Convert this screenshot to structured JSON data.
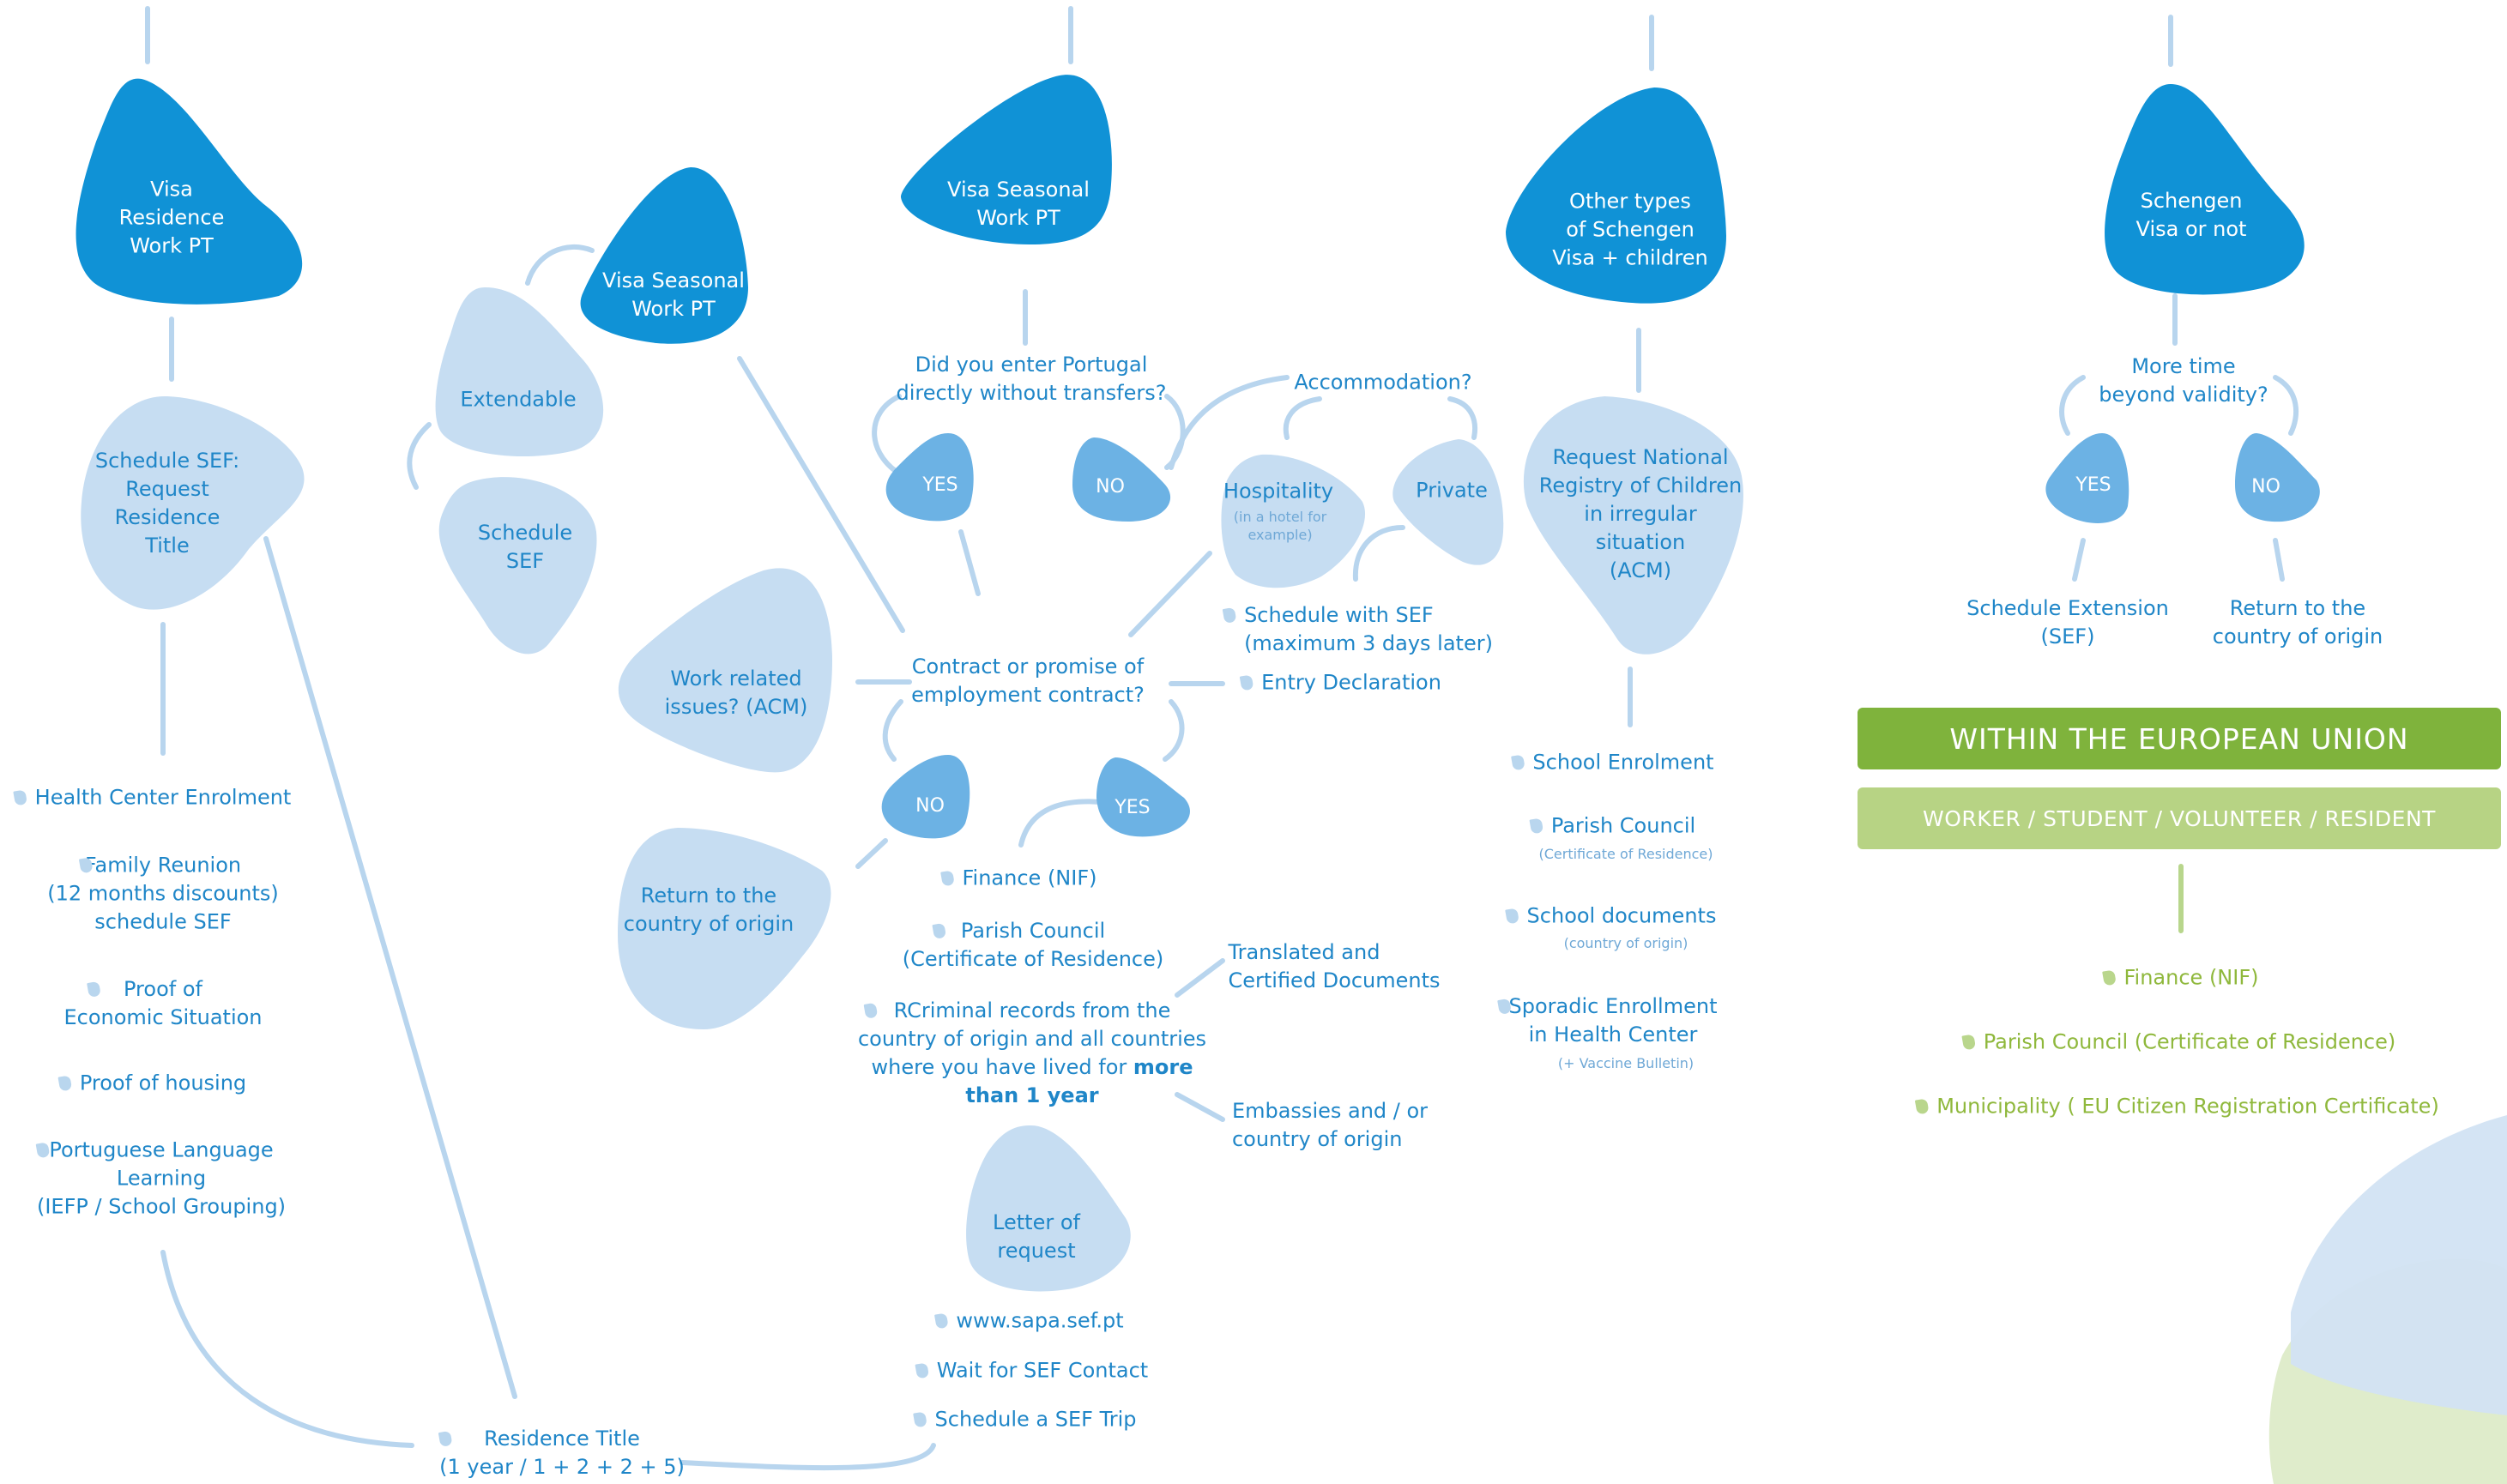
{
  "col1": {
    "visa_residence": "Visa\nResidence\nWork PT",
    "schedule_sef_request": "Schedule SEF:\nRequest\nResidence\nTitle",
    "health_center": "Health Center Enrolment",
    "family_reunion": "Family Reunion\n(12 months discounts)\nschedule SEF",
    "proof_economic": "Proof of\nEconomic Situation",
    "proof_housing": "Proof of housing",
    "portuguese_learning": "Portuguese Language\nLearning\n(IEFP / School Grouping)",
    "residence_title": "Residence Title\n(1 year / 1 + 2 + 2 + 5)"
  },
  "col2": {
    "visa_seasonal_small": "Visa Seasonal\nWork PT",
    "extendable": "Extendable",
    "schedule_sef": "Schedule\nSEF",
    "work_related": "Work related\nissues? (ACM)",
    "return_origin": "Return to the\ncountry of origin"
  },
  "col3": {
    "visa_seasonal": "Visa Seasonal\nWork PT",
    "question_enter": "Did you enter Portugal\ndirectly without transfers?",
    "yes": "YES",
    "no": "NO",
    "contract_question": "Contract or promise of\nemployment contract?",
    "no2": "NO",
    "yes2": "YES",
    "finance": "Finance (NIF)",
    "parish": "Parish Council\n(Certificate of Residence)",
    "criminal_line1": "RCriminal records from the",
    "criminal_line2": "country of origin and all countries",
    "criminal_line3a": "where you have lived for ",
    "criminal_line3b": "more",
    "criminal_line4": "than 1 year",
    "translated": "Translated and\nCertified Documents",
    "embassies": "Embassies and / or\ncountry of origin",
    "letter": "Letter of\nrequest",
    "sapa": "www.sapa.sef.pt",
    "wait_sef": "Wait for SEF Contact",
    "schedule_trip": "Schedule a SEF Trip"
  },
  "accommodation": {
    "question": "Accommodation?",
    "hospitality": "Hospitality",
    "hospitality_note": "(in a hotel for\nexample)",
    "private": "Private",
    "schedule_sef_days": "Schedule with SEF\n(maximum 3 days later)",
    "entry_declaration": "Entry Declaration"
  },
  "col4": {
    "other_schengen": "Other types\nof Schengen\nVisa + children",
    "request_registry": "Request National\nRegistry of Children\nin irregular\nsituation\n(ACM)",
    "school_enrolment": "School Enrolment",
    "parish": "Parish Council",
    "parish_note": "(Certificate of Residence)",
    "school_docs": "School documents",
    "school_docs_note": "(country of origin)",
    "sporadic": "Sporadic Enrollment\nin Health Center",
    "sporadic_note": "(+ Vaccine Bulletin)"
  },
  "col5": {
    "schengen": "Schengen\nVisa or not",
    "more_time": "More time\nbeyond validity?",
    "yes": "YES",
    "no": "NO",
    "schedule_extension": "Schedule Extension\n(SEF)",
    "return_origin": "Return to the\ncountry of origin"
  },
  "eu": {
    "banner_title": "WITHIN THE EUROPEAN UNION",
    "banner_sub": "WORKER / STUDENT / VOLUNTEER / RESIDENT",
    "finance": "Finance (NIF)",
    "parish": "Parish Council (Certificate of Residence)",
    "municipality": "Municipality ( EU Citizen Registration Certificate)"
  },
  "colors": {
    "dark_blue": "#1092d6",
    "light_blue": "#c6ddf2",
    "mid_blue": "#6cb2e4",
    "arrow": "#b8d5ee",
    "text_blue": "#1f86c8",
    "green_dark": "#7fb33c",
    "green_light": "#b7d384",
    "green_text": "#8fb83c"
  }
}
